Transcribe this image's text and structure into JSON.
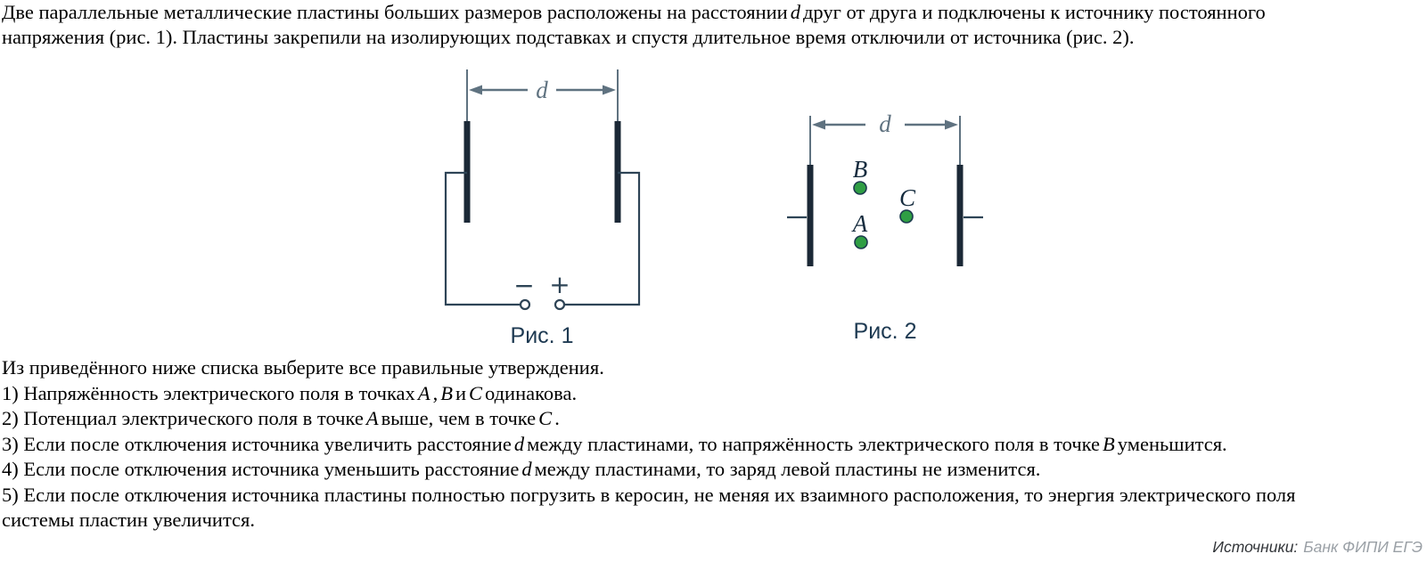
{
  "intro": {
    "lines": [
      {
        "segments": [
          {
            "t": "Две параллельные металлические пластины больших размеров расположены на расстоянии"
          },
          {
            "t": "d",
            "math": true
          },
          {
            "t": "друг от друга и подключены к источнику постоянного"
          }
        ]
      },
      {
        "segments": [
          {
            "t": "напряжения (рис. 1). Пластины закрепили на изолирующих подставках и спустя длительное время отключили от источника (рис. 2)."
          }
        ]
      }
    ]
  },
  "figure1": {
    "caption": "Рис. 1",
    "distance_label": "d",
    "minus_label": "−",
    "plus_label": "+"
  },
  "figure2": {
    "caption": "Рис. 2",
    "distance_label": "d",
    "points": [
      {
        "label": "B"
      },
      {
        "label": "C"
      },
      {
        "label": "A"
      }
    ]
  },
  "statements": {
    "lines": [
      {
        "segments": [
          {
            "t": "Из приведённого ниже списка выберите все правильные утверждения."
          }
        ]
      },
      {
        "segments": [
          {
            "t": "1) Напряжённость электрического поля в точках"
          },
          {
            "t": "A",
            "math": true
          },
          {
            "t": ","
          },
          {
            "t": "B",
            "math": true
          },
          {
            "t": "и"
          },
          {
            "t": "C",
            "math": true
          },
          {
            "t": "одинакова."
          }
        ]
      },
      {
        "segments": [
          {
            "t": "2) Потенциал электрического поля в точке"
          },
          {
            "t": "A",
            "math": true
          },
          {
            "t": "выше, чем в точке"
          },
          {
            "t": "C",
            "math": true
          },
          {
            "t": "."
          }
        ]
      },
      {
        "segments": [
          {
            "t": "3) Если после отключения источника увеличить расстояние"
          },
          {
            "t": "d",
            "math": true
          },
          {
            "t": "между пластинами, то напряжённость электрического поля в точке"
          },
          {
            "t": "B",
            "math": true
          },
          {
            "t": "уменьшится."
          }
        ]
      },
      {
        "segments": [
          {
            "t": "4) Если после отключения источника уменьшить расстояние"
          },
          {
            "t": "d",
            "math": true
          },
          {
            "t": "между пластинами, то заряд левой пластины не изменится."
          }
        ]
      },
      {
        "segments": [
          {
            "t": "5) Если после отключения источника пластины полностью погрузить в керосин, не меняя их взаимного расположения, то энергия электрического поля"
          }
        ]
      },
      {
        "segments": [
          {
            "t": "системы пластин увеличится."
          }
        ]
      }
    ]
  },
  "footer": {
    "sources_label": "Источники:",
    "sources_value": "Банк ФИПИ ЕГЭ"
  },
  "colors": {
    "text": "#000000",
    "plate": "#1b2836",
    "wire": "#2e4456",
    "measure_gray": "#5f7280",
    "caption": "#1e3a52",
    "point_fill": "#2f9e44",
    "point_stroke": "#1c3a4e",
    "footer_label": "#33363a",
    "footer_value": "#9aa0a6"
  }
}
